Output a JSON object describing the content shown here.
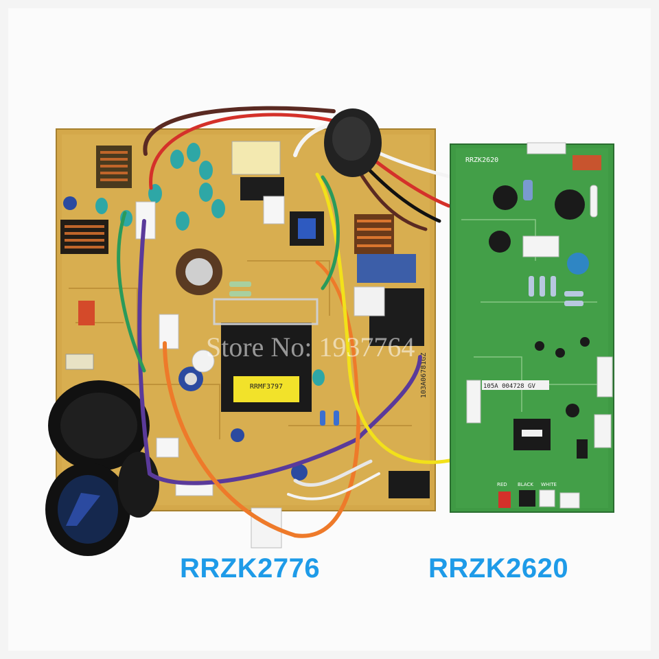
{
  "labels": {
    "left_board": "RRZK2776",
    "right_board": "RRZK2620"
  },
  "watermark": "Store No: 1937764",
  "board_marks": {
    "right_board_code": "RRZK2620",
    "right_board_sticker": "105A 004728 GV",
    "connector_red": "RED",
    "connector_black": "BLACK",
    "connector_white": "WHITE",
    "left_board_side_code": "103A06781GZ",
    "transformer_label": "RRMF3797",
    "left_board_number": "2776"
  },
  "colors": {
    "label_blue": "#1e9be8",
    "left_pcb": "#d4a84a",
    "right_pcb": "#3f9a44",
    "capacitor": "#141414",
    "wire_purple": "#5a3a9a",
    "wire_orange": "#ee7a2a",
    "wire_yellow": "#f2e11a",
    "wire_green": "#2a9a5a",
    "wire_red": "#d4312a",
    "wire_brown": "#5a2a22"
  }
}
